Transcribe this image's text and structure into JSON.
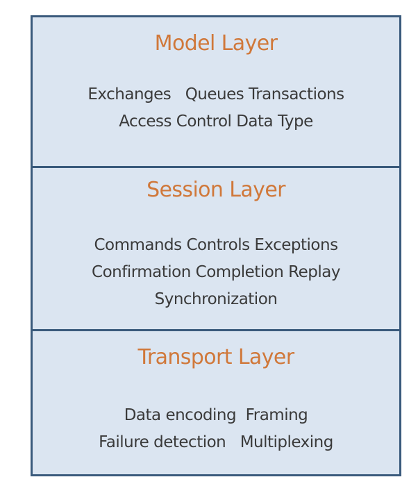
{
  "layers": [
    {
      "title": "Model Layer",
      "lines": [
        "Exchanges   Queues Transactions",
        "Access Control Data Type"
      ]
    },
    {
      "title": "Session Layer",
      "lines": [
        "Commands Controls Exceptions",
        "Confirmation Completion Replay",
        "Synchronization"
      ]
    },
    {
      "title": "Transport Layer",
      "lines": [
        "Data encoding  Framing",
        "Failure detection   Multiplexing"
      ]
    }
  ],
  "colors": {
    "box_fill": "#dbe5f1",
    "border": "#3a5a7c",
    "title": "#d0783a",
    "text": "#3a3a3a"
  }
}
